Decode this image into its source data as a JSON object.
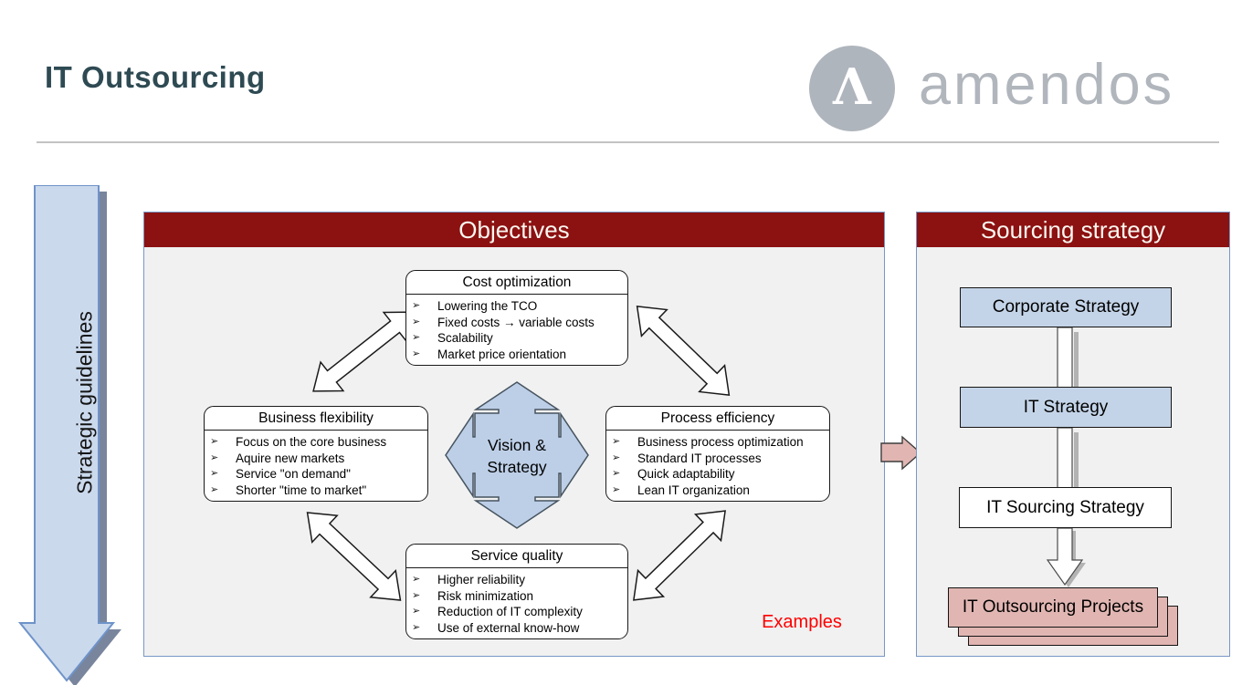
{
  "page": {
    "title": "IT Outsourcing",
    "logo": {
      "brand": "amendos",
      "monogram": "Λ"
    }
  },
  "left_banner": {
    "label": "Strategic guidelines"
  },
  "objectives": {
    "header": "Objectives",
    "bullet_glyph": "➢",
    "center": {
      "line1": "Vision &",
      "line2": "Strategy"
    },
    "examples_label": "Examples",
    "boxes": [
      {
        "title": "Cost optimization",
        "items": [
          "Lowering the TCO",
          "Fixed costs → variable costs",
          "Scalability",
          "Market price orientation"
        ]
      },
      {
        "title": "Business flexibility",
        "items": [
          "Focus on the core business",
          "Aquire new markets",
          "Service \"on demand\"",
          "Shorter \"time to market\""
        ]
      },
      {
        "title": "Process efficiency",
        "items": [
          "Business process optimization",
          "Standard IT processes",
          "Quick adaptability",
          "Lean IT organization"
        ]
      },
      {
        "title": "Service quality",
        "items": [
          "Higher reliability",
          "Risk minimization",
          "Reduction of IT complexity",
          "Use of external know-how"
        ]
      }
    ]
  },
  "sourcing": {
    "header": "Sourcing strategy",
    "steps": [
      "Corporate Strategy",
      "IT Strategy",
      "IT Sourcing Strategy",
      "IT Outsourcing Projects"
    ]
  },
  "colors": {
    "header_bg": "#8C1111",
    "panel_bg": "#F1F1F1",
    "panel_border": "#7797C6",
    "accent_blue": "#C4D4E8",
    "quad_arrow_blue": "#BDCFE7",
    "pink": "#E1B6B2",
    "examples_red": "#FF0000",
    "title_color": "#2E4A53",
    "logo_gray": "#B1B6BD"
  }
}
